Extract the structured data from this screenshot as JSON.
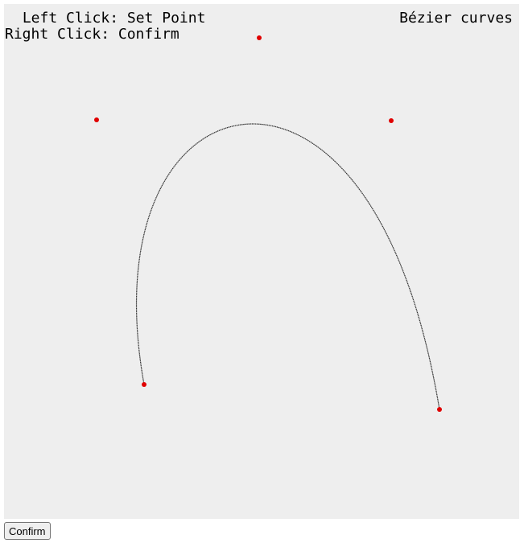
{
  "canvas": {
    "title": "Bézier curves",
    "hint_left_click": " Left Click: Set Point",
    "hint_right_click": "Right Click: Confirm",
    "background_color": "#eeeeee",
    "point_color": "#e00000",
    "curve_color": "#333333"
  },
  "controls": {
    "confirm_label": "Confirm"
  }
}
